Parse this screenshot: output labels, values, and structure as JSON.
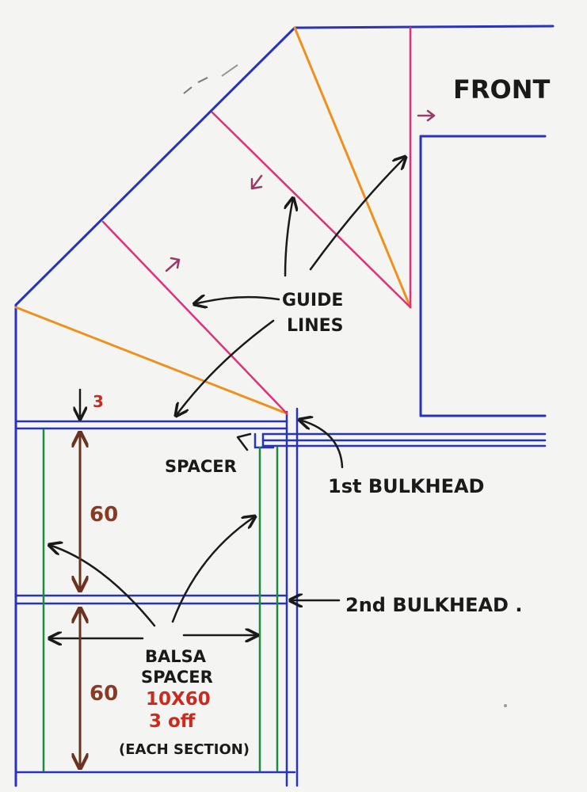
{
  "labels": {
    "front": "FRONT",
    "guide_line1": "GUIDE",
    "guide_line2": "LINES",
    "dim_top": "3",
    "spacer": "SPACER",
    "first_bulkhead": "1st BULKHEAD",
    "second_bulkhead": "2nd BULKHEAD .",
    "dim_upper": "60",
    "dim_lower": "60",
    "balsa_line1": "BALSA",
    "balsa_line2": "SPACER",
    "balsa_size": "10X60",
    "balsa_qty": "3 off",
    "balsa_each": "(EACH SECTION)"
  },
  "colors": {
    "outline": "#2833b8",
    "diagonal": "#f0901c",
    "guide": "#e0307a",
    "balsa": "#1e8a3c",
    "dimension": "#6a3220",
    "value_text": "#cc2a1e",
    "pointer": "#1a1a1a",
    "direction_arrow": "#9a3a6a"
  }
}
